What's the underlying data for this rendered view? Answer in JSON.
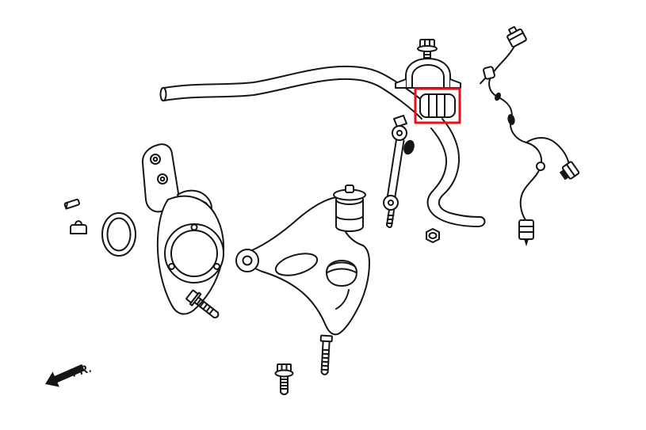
{
  "diagram": {
    "fr_label": "FR.",
    "colors": {
      "line": "#161616",
      "highlight": "#e8111a",
      "background": "#ffffff"
    },
    "highlight": {
      "part": "stabilizer-bushing",
      "shape": "rectangle"
    },
    "parts": [
      {
        "name": "stabilizer-bar"
      },
      {
        "name": "bracket-bolt"
      },
      {
        "name": "stabilizer-bushing-bracket"
      },
      {
        "name": "stabilizer-bushing"
      },
      {
        "name": "stabilizer-end-link"
      },
      {
        "name": "end-link-boot"
      },
      {
        "name": "stabilizer-nut"
      },
      {
        "name": "abs-sensor-wire-harness"
      },
      {
        "name": "steering-knuckle"
      },
      {
        "name": "hub-seal-ring"
      },
      {
        "name": "knuckle-pin"
      },
      {
        "name": "knuckle-cap"
      },
      {
        "name": "knuckle-bolt"
      },
      {
        "name": "lower-control-arm"
      },
      {
        "name": "control-arm-front-bushing"
      },
      {
        "name": "ball-joint-boot"
      },
      {
        "name": "ball-joint-bolt"
      },
      {
        "name": "flange-bolt"
      },
      {
        "name": "front-direction-arrow"
      }
    ]
  }
}
